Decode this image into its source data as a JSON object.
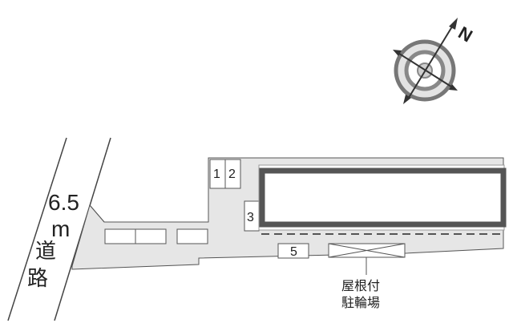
{
  "compass": {
    "north_label": "N"
  },
  "road": {
    "width_label": "6.5",
    "unit_label": "m",
    "name_chars": [
      "道",
      "路"
    ]
  },
  "parking_spaces": [
    "1",
    "2",
    "3",
    "5"
  ],
  "bike_parking": {
    "label_line1": "屋根付",
    "label_line2": "駐輪場"
  },
  "colors": {
    "lot_fill": "#e6e6e6",
    "outline": "#555555",
    "building_wall": "#555555",
    "white": "#ffffff"
  }
}
